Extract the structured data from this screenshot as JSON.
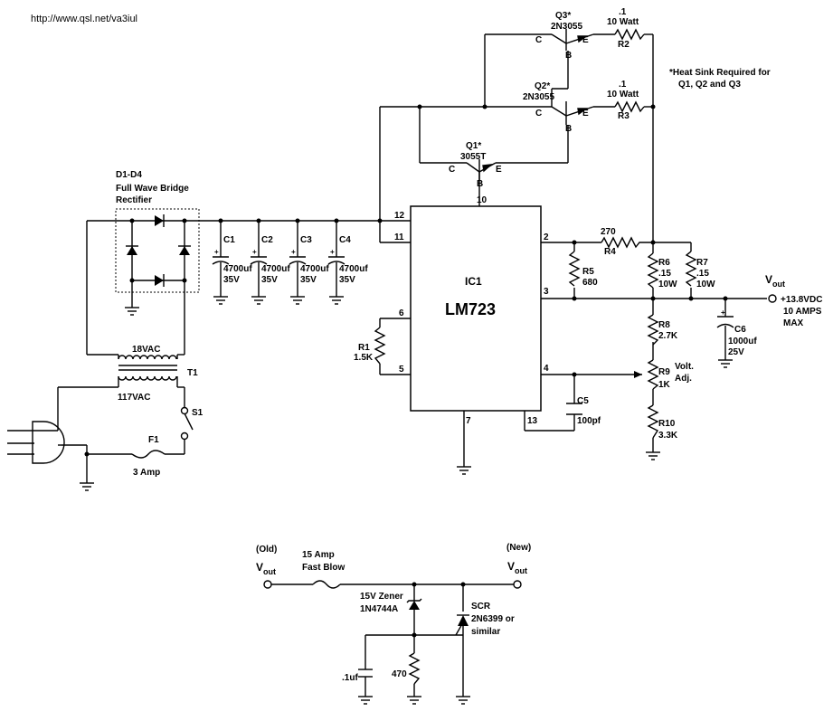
{
  "header": {
    "url": "http://www.qsl.net/va3iul"
  },
  "notes": {
    "heatsink": [
      "*Heat Sink Required for",
      "Q1, Q2 and Q3"
    ]
  },
  "bridge": {
    "name": "D1-D4",
    "desc": [
      "Full Wave Bridge",
      "Rectifier"
    ]
  },
  "caps": [
    {
      "ref": "C1",
      "value": "4700uf",
      "volt": "35V"
    },
    {
      "ref": "C2",
      "value": "4700uf",
      "volt": "35V"
    },
    {
      "ref": "C3",
      "value": "4700uf",
      "volt": "35V"
    },
    {
      "ref": "C4",
      "value": "4700uf",
      "volt": "35V"
    }
  ],
  "transistors": {
    "q3": {
      "name": "Q3*",
      "part": "2N3055"
    },
    "q2": {
      "name": "Q2*",
      "part": "2N3055"
    },
    "q1": {
      "name": "Q1*",
      "part": "3055T"
    },
    "pins": {
      "c": "C",
      "b": "B",
      "e": "E"
    }
  },
  "resistors": {
    "r2": {
      "ref": "R2",
      "value": ".1",
      "power": "10 Watt"
    },
    "r3": {
      "ref": "R3",
      "value": ".1",
      "power": "10 Watt"
    },
    "r4": {
      "ref": "R4",
      "value": "270"
    },
    "r5": {
      "ref": "R5",
      "value": "680"
    },
    "r6": {
      "ref": "R6",
      "value": ".15",
      "power": "10W"
    },
    "r7": {
      "ref": "R7",
      "value": ".15",
      "power": "10W"
    },
    "r8": {
      "ref": "R8",
      "value": "2.7K"
    },
    "r9": {
      "ref": "R9",
      "value": "1K",
      "desc": [
        "Volt.",
        "Adj."
      ]
    },
    "r10": {
      "ref": "R10",
      "value": "3.3K"
    },
    "r1": {
      "ref": "R1",
      "value": "1.5K"
    }
  },
  "ic": {
    "ref": "IC1",
    "part": "LM723",
    "pins": {
      "p2": "2",
      "p3": "3",
      "p4": "4",
      "p5": "5",
      "p6": "6",
      "p7": "7",
      "p10": "10",
      "p11": "11",
      "p12": "12",
      "p13": "13"
    }
  },
  "c5": {
    "ref": "C5",
    "value": "100pf"
  },
  "c6": {
    "ref": "C6",
    "value": "1000uf",
    "volt": "25V"
  },
  "output": {
    "vout": "V",
    "sub": "out",
    "spec": [
      "+13.8VDC",
      "10 AMPS",
      "MAX"
    ]
  },
  "transformer": {
    "ref": "T1",
    "secondary": "18VAC",
    "primary": "117VAC"
  },
  "switch": {
    "ref": "S1"
  },
  "fuse": {
    "ref": "F1",
    "value": "3 Amp"
  },
  "crowbar": {
    "old": "(Old)",
    "new": "(New)",
    "vout": "V",
    "sub": "out",
    "fuse": [
      "15 Amp",
      "Fast Blow"
    ],
    "zener": [
      "15V Zener",
      "1N4744A"
    ],
    "scr": [
      "SCR",
      "2N6399 or",
      "similar"
    ],
    "cap": ".1uf",
    "res": "470"
  }
}
